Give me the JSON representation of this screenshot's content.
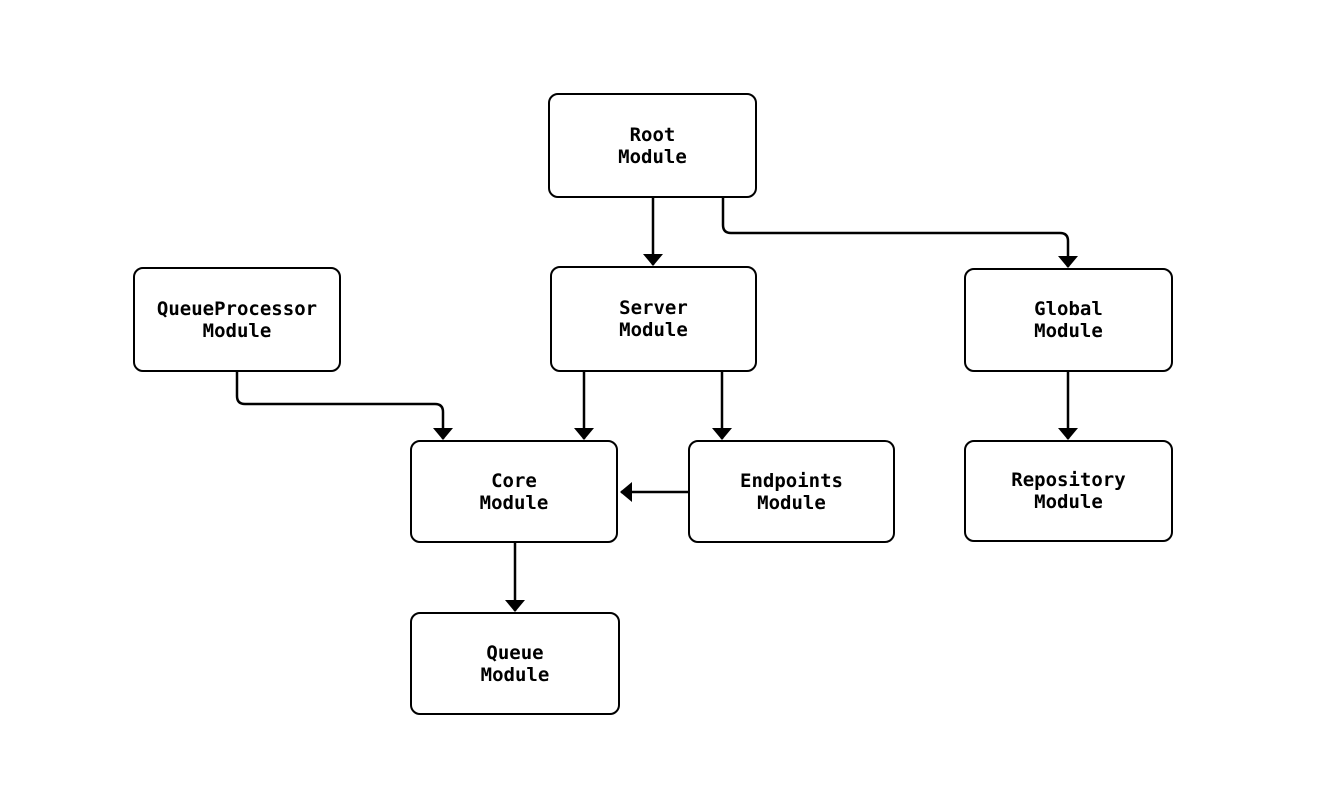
{
  "diagram": {
    "title": "module-dependency-graph",
    "colors": {
      "background": "#ffffff",
      "node_fill": "#ffffff",
      "stroke": "#000000",
      "text": "#000000"
    },
    "nodes": [
      {
        "id": "root",
        "label": "Root\nModule"
      },
      {
        "id": "server",
        "label": "Server\nModule"
      },
      {
        "id": "global",
        "label": "Global\nModule"
      },
      {
        "id": "queueprocessor",
        "label": "QueueProcessor\nModule"
      },
      {
        "id": "core",
        "label": "Core\nModule"
      },
      {
        "id": "endpoints",
        "label": "Endpoints\nModule"
      },
      {
        "id": "repository",
        "label": "Repository\nModule"
      },
      {
        "id": "queue",
        "label": "Queue\nModule"
      }
    ],
    "edges": [
      {
        "from": "Root Module",
        "to": "Server Module"
      },
      {
        "from": "Root Module",
        "to": "Global Module"
      },
      {
        "from": "Server Module",
        "to": "Core Module"
      },
      {
        "from": "Server Module",
        "to": "Endpoints Module"
      },
      {
        "from": "QueueProcessor Module",
        "to": "Core Module"
      },
      {
        "from": "Endpoints Module",
        "to": "Core Module"
      },
      {
        "from": "Global Module",
        "to": "Repository Module"
      },
      {
        "from": "Core Module",
        "to": "Queue Module"
      }
    ]
  }
}
